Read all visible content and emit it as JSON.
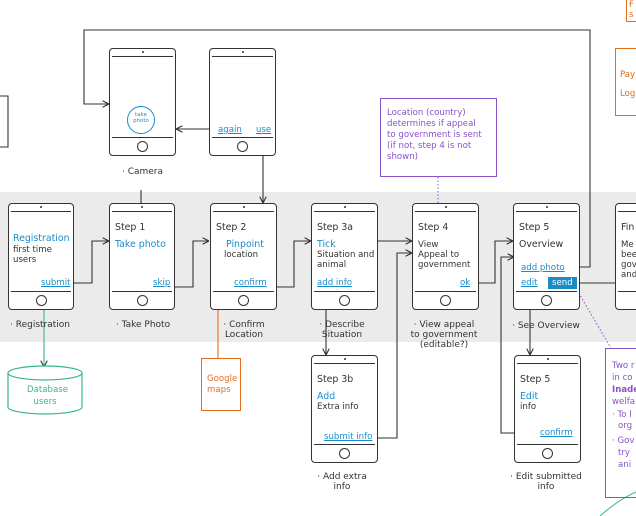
{
  "registration": {
    "title": "Registration",
    "body": [
      "first time",
      "users"
    ],
    "submit": "submit",
    "caption": "· Registration"
  },
  "database": {
    "line1": "Database",
    "line2": "users"
  },
  "step1": {
    "title": "Step 1",
    "action": "Take photo",
    "skip": "skip",
    "caption": "· Take Photo"
  },
  "camera": {
    "take_photo_1": "take",
    "take_photo_2": "photo",
    "caption": "· Camera"
  },
  "preview": {
    "again": "again",
    "use": "use"
  },
  "step2": {
    "title": "Step 2",
    "action": "Pinpoint",
    "body": "location",
    "confirm": "confirm",
    "caption_1": "· Confirm",
    "caption_2": "Location"
  },
  "google_maps": {
    "line1": "Google",
    "line2": "maps"
  },
  "step3a": {
    "title": "Step 3a",
    "action": "Tick",
    "body_1": "Situation and",
    "body_2": "animal",
    "add_info": "add info",
    "caption_1": "· Describe",
    "caption_2": "Situation"
  },
  "step3b": {
    "title": "Step 3b",
    "action": "Add",
    "body": "Extra info",
    "submit_info": "submit info",
    "caption_1": "· Add extra",
    "caption_2": "info"
  },
  "step4": {
    "title": "Step 4",
    "body_1": "View",
    "body_2": "Appeal to",
    "body_3": "government",
    "ok": "ok",
    "caption_1": "· View appeal",
    "caption_2": "to government",
    "caption_3": "(editable?)"
  },
  "location_note": {
    "lines": [
      "Location (country)",
      "determines if appeal",
      "to government is sent",
      "(if not, step 4 is not",
      "shown)"
    ]
  },
  "step5": {
    "title": "Step 5",
    "body": "Overview",
    "add_photo": "add photo",
    "edit": "edit",
    "send": "send",
    "caption": "· See Overview"
  },
  "step5b": {
    "title": "Step 5",
    "action": "Edit",
    "body": "info",
    "confirm": "confirm",
    "caption_1": "· Edit submitted",
    "caption_2": "info"
  },
  "final": {
    "title": "Fin",
    "body_1": "Me",
    "body_2": "bee",
    "body_3": "gov",
    "body_4": "and"
  },
  "right_note": {
    "line1": "Two r",
    "line2": "in co",
    "line3": "Inade",
    "line4": "welfa",
    "line5": "· To l",
    "line6": "org",
    "line7": "· Gov",
    "line8": "try",
    "line9": "ani"
  },
  "top_right_note": {
    "line1": "Pay",
    "line2": "Log"
  },
  "corner_note": {
    "line1": "F",
    "line2": "s"
  },
  "colors": {
    "blue": "#1a8dc9",
    "purple": "#8a52c7",
    "orange": "#e36d1f",
    "green": "#35b592",
    "band": "#ebebeb"
  }
}
